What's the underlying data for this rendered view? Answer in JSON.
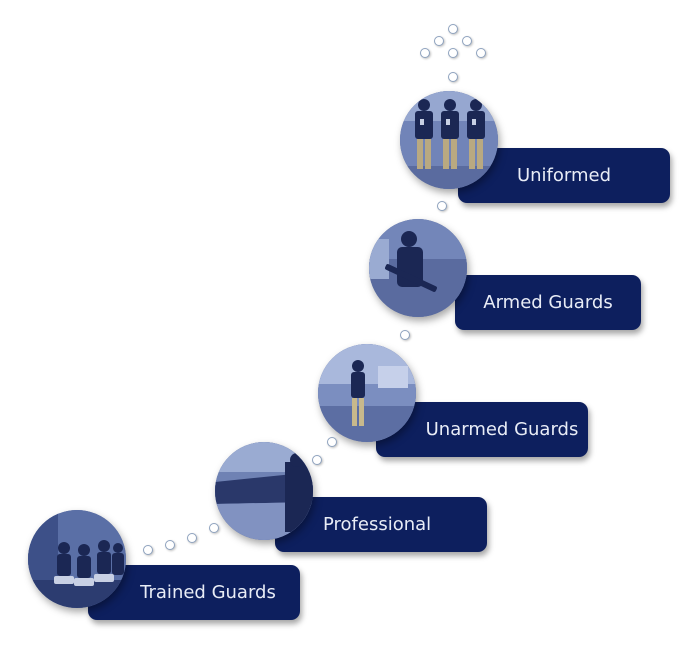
{
  "steps": [
    {
      "label": "Trained Guards"
    },
    {
      "label": "Professional"
    },
    {
      "label": "Unarmed Guards"
    },
    {
      "label": "Armed Guards"
    },
    {
      "label": "Uniformed"
    }
  ],
  "colors": {
    "label_background": "#0d1f5e",
    "label_text": "#e8ecf6",
    "photo_tint": "#4a5d95",
    "dot_border": "#8fa3bf"
  }
}
